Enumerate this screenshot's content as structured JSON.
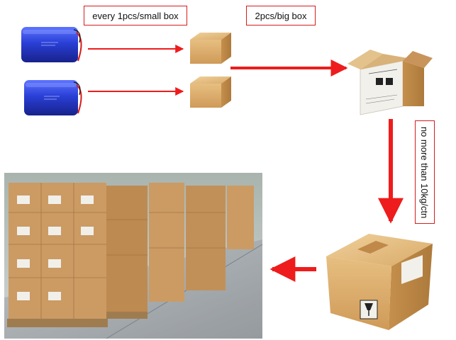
{
  "labels": {
    "small_box": "every 1pcs/small box",
    "big_box": "2pcs/big box",
    "weight": "no more than 10kg/ctn"
  },
  "colors": {
    "arrow": "#ee1c1c",
    "label_border": "#d51d1d",
    "battery": "#2a3fd6",
    "cardboard": "#d9a867"
  },
  "icons": {
    "fragile_symbol": "broken-glass-icon",
    "hazard_label": "battery-hazard-icon"
  }
}
